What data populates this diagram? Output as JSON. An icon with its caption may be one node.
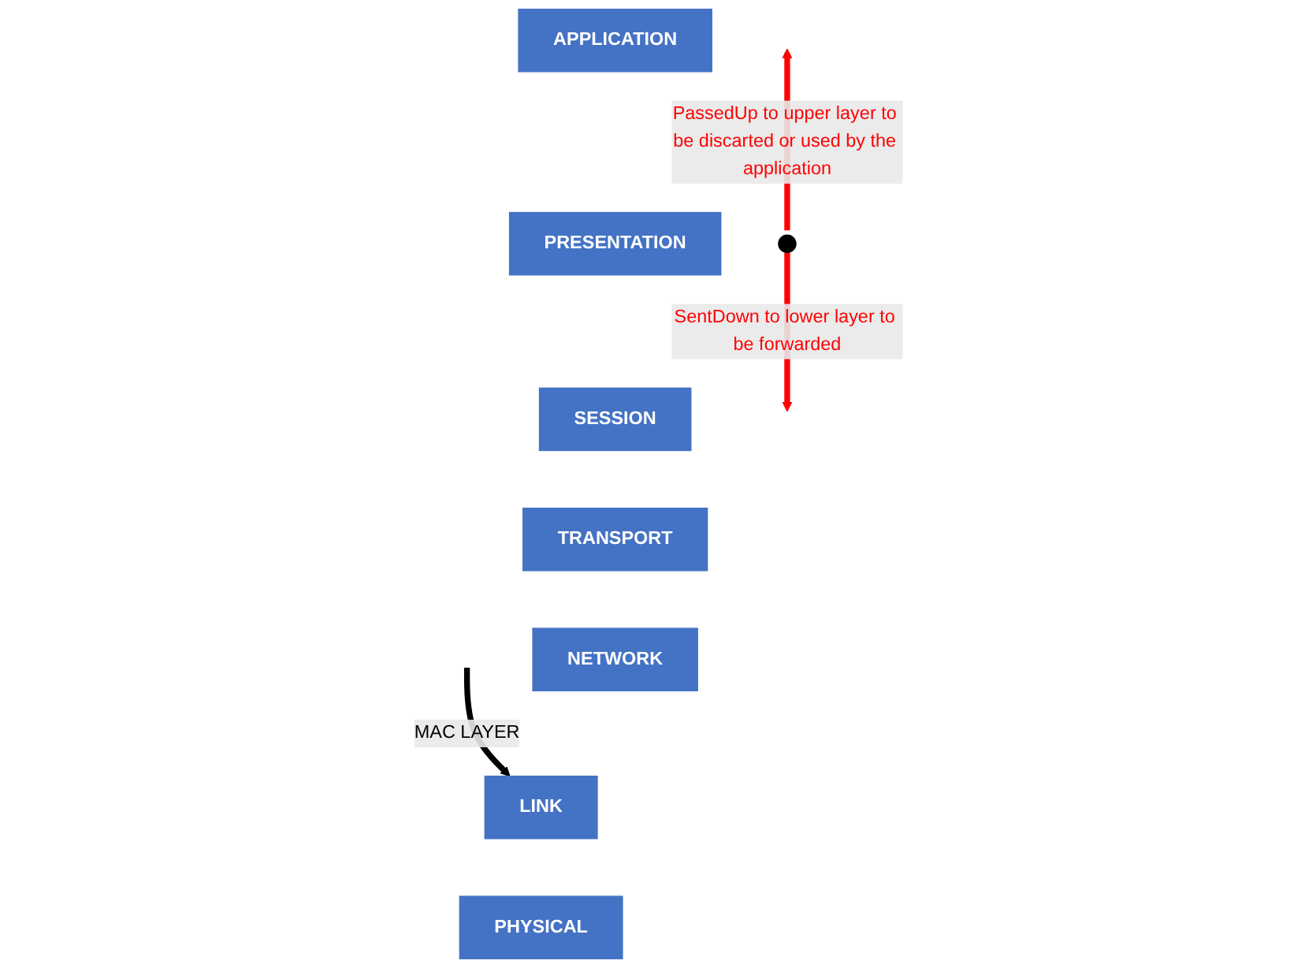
{
  "diagram": {
    "nodes": [
      {
        "text": [
          "APPLICATION"
        ]
      },
      {
        "text": [
          "PRESENTATION"
        ]
      },
      {
        "text": [
          "SESSION"
        ]
      },
      {
        "text": [
          "TRANSPORT"
        ]
      },
      {
        "text": [
          "NETWORK"
        ]
      },
      {
        "text": [
          "LINK"
        ]
      },
      {
        "text": [
          "PHYSICAL"
        ]
      },
      {
        "text": [],
        "shape": "circle"
      }
    ],
    "edges": [
      {
        "from": 7,
        "to": null,
        "arrow": "to",
        "label": "PassedUp to upper layer to be discarted or used by the application",
        "color": "#ff0000"
      },
      {
        "from": 7,
        "to": null,
        "arrow": "to",
        "label": "SentDown to lower layer to be forwarded",
        "color": "#ff0000"
      },
      {
        "from": null,
        "to": 5,
        "arrow": "to",
        "label": "MAC LAYER",
        "color": "#000000"
      }
    ]
  }
}
